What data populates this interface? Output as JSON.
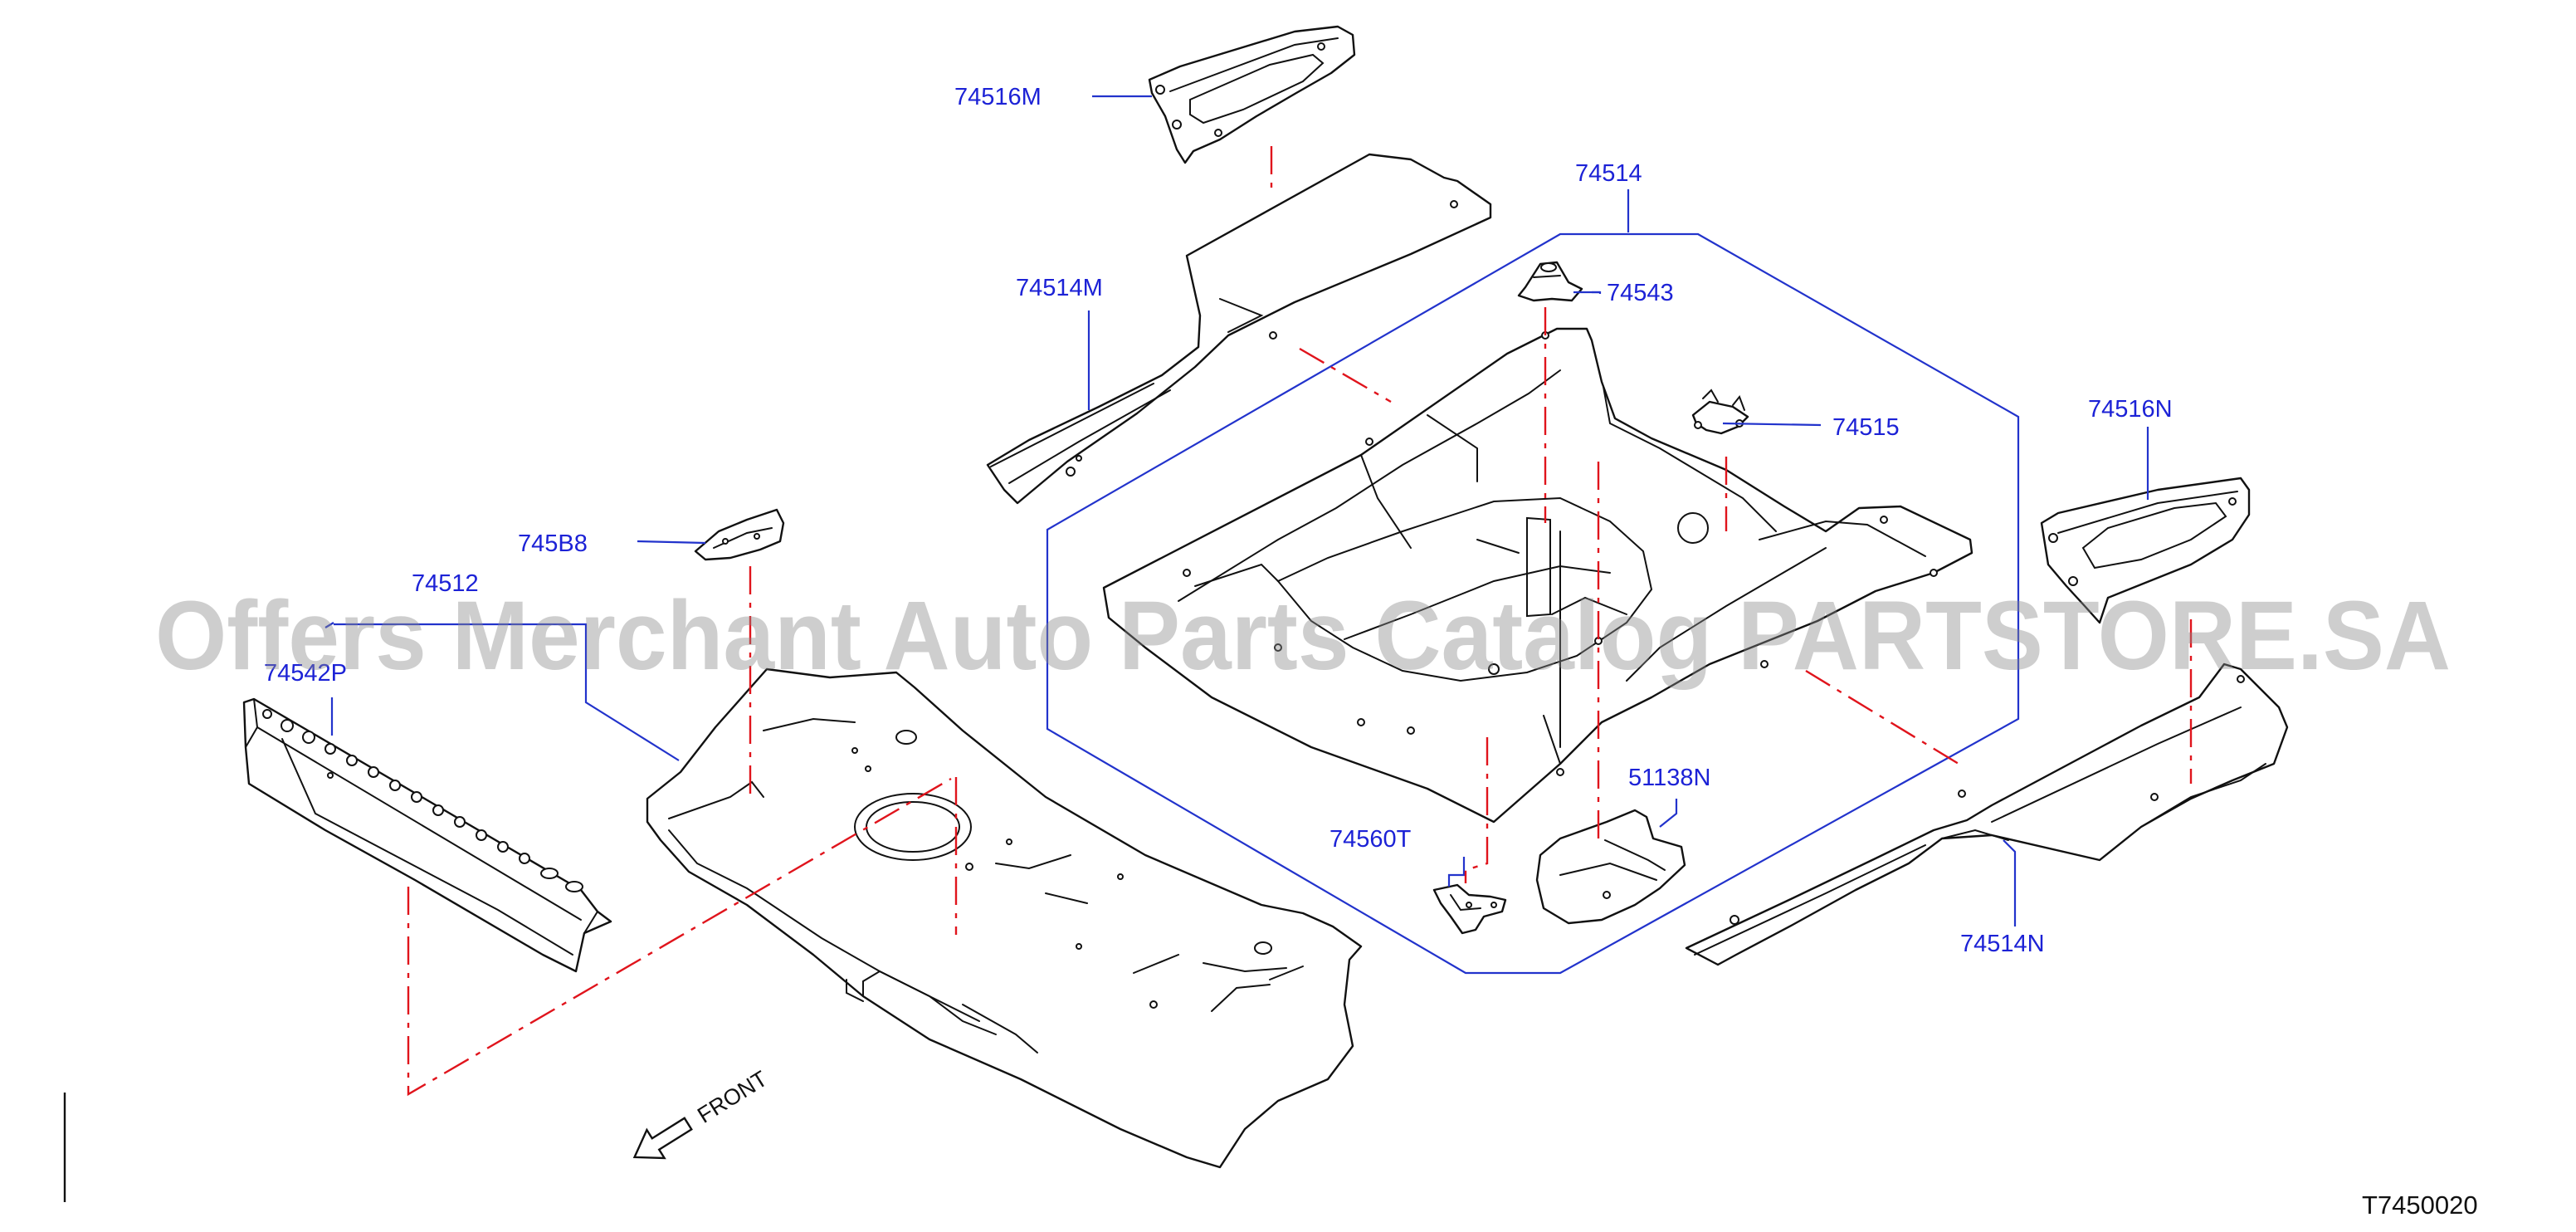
{
  "labels": {
    "p74516M": "74516M",
    "p74514M": "74514M",
    "p74514": "74514",
    "p74543": "74543",
    "p74515": "74515",
    "p74516N": "74516N",
    "p745B8": "745B8",
    "p74512": "74512",
    "p74542P": "74542P",
    "p51138N": "51138N",
    "p74560T": "74560T",
    "p74514N": "74514N"
  },
  "front_text": "FRONT",
  "diagram_code": "T7450020",
  "watermark": "Offers Merchant Auto Parts Catalog PARTSTORE.SA",
  "colors": {
    "label_blue": "#1c22d6",
    "leader_blue": "#2233cc",
    "center_line_red": "#e0141c",
    "part_outline": "#111111"
  }
}
